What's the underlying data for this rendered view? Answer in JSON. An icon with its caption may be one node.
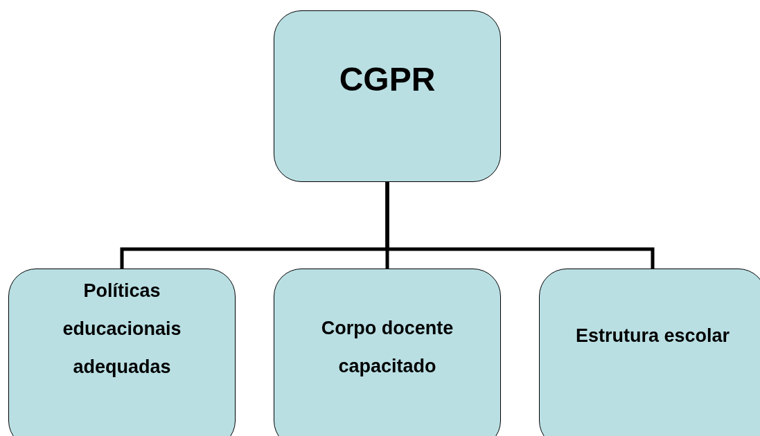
{
  "diagram": {
    "nodes": [
      {
        "text": [
          "CGPR"
        ]
      },
      {
        "text": [
          "Políticas educacionais adequadas"
        ]
      },
      {
        "text": [
          "Corpo docente capacitado"
        ]
      },
      {
        "text": [
          "Estrutura escolar"
        ]
      }
    ],
    "edges": [
      {
        "from": 0,
        "to": 1,
        "arrow": "none"
      },
      {
        "from": 0,
        "to": 2,
        "arrow": "none"
      },
      {
        "from": 0,
        "to": 3,
        "arrow": "none"
      }
    ]
  }
}
